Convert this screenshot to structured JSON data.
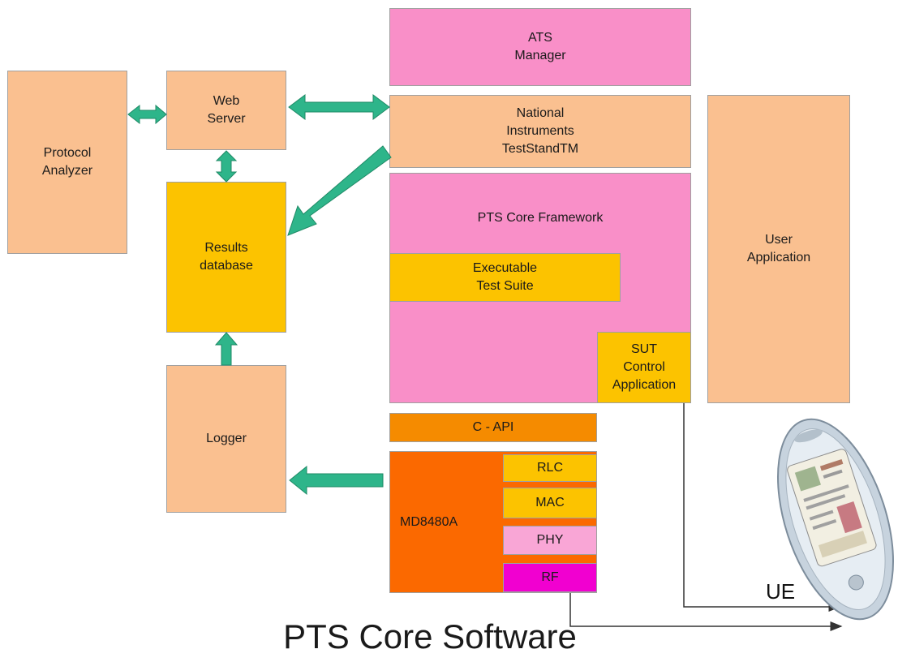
{
  "boxes": {
    "protocol_analyzer": "Protocol\nAnalyzer",
    "web_server": "Web\nServer",
    "results_database": "Results\ndatabase",
    "logger": "Logger",
    "ats_manager": "ATS\nManager",
    "ni_teststand": "National\nInstruments\nTestStandTM",
    "pts_core_framework": "PTS Core Framework",
    "executable_test_suite": "Executable\nTest Suite",
    "sut_control_application": "SUT\nControl\nApplication",
    "user_application": "User\nApplication",
    "c_api": "C - API",
    "md8480a": "MD8480A",
    "rlc": "RLC",
    "mac": "MAC",
    "phy": "PHY",
    "rf": "RF"
  },
  "ue_label": "UE",
  "title": "PTS Core Software",
  "colors": {
    "peach": "#fac090",
    "pink": "#f98fc8",
    "gold": "#fcc300",
    "orange": "#f58b00",
    "dark_orange": "#fb6900",
    "magenta": "#f100d0",
    "light_pink": "#f9a6d6",
    "arrow": "#2eb58a"
  }
}
